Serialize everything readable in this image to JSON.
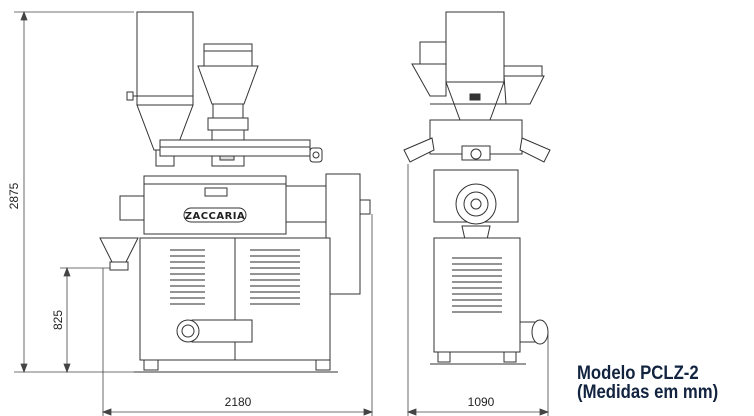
{
  "dimensions": {
    "height_total": "2875",
    "height_outlet": "825",
    "length": "2180",
    "width": "1090"
  },
  "brand_plate": "ZACCARIA",
  "caption": {
    "line1": "Modelo PCLZ-2",
    "line2": "(Medidas em mm)"
  },
  "colors": {
    "line": "#333333",
    "caption": "#12233f"
  }
}
